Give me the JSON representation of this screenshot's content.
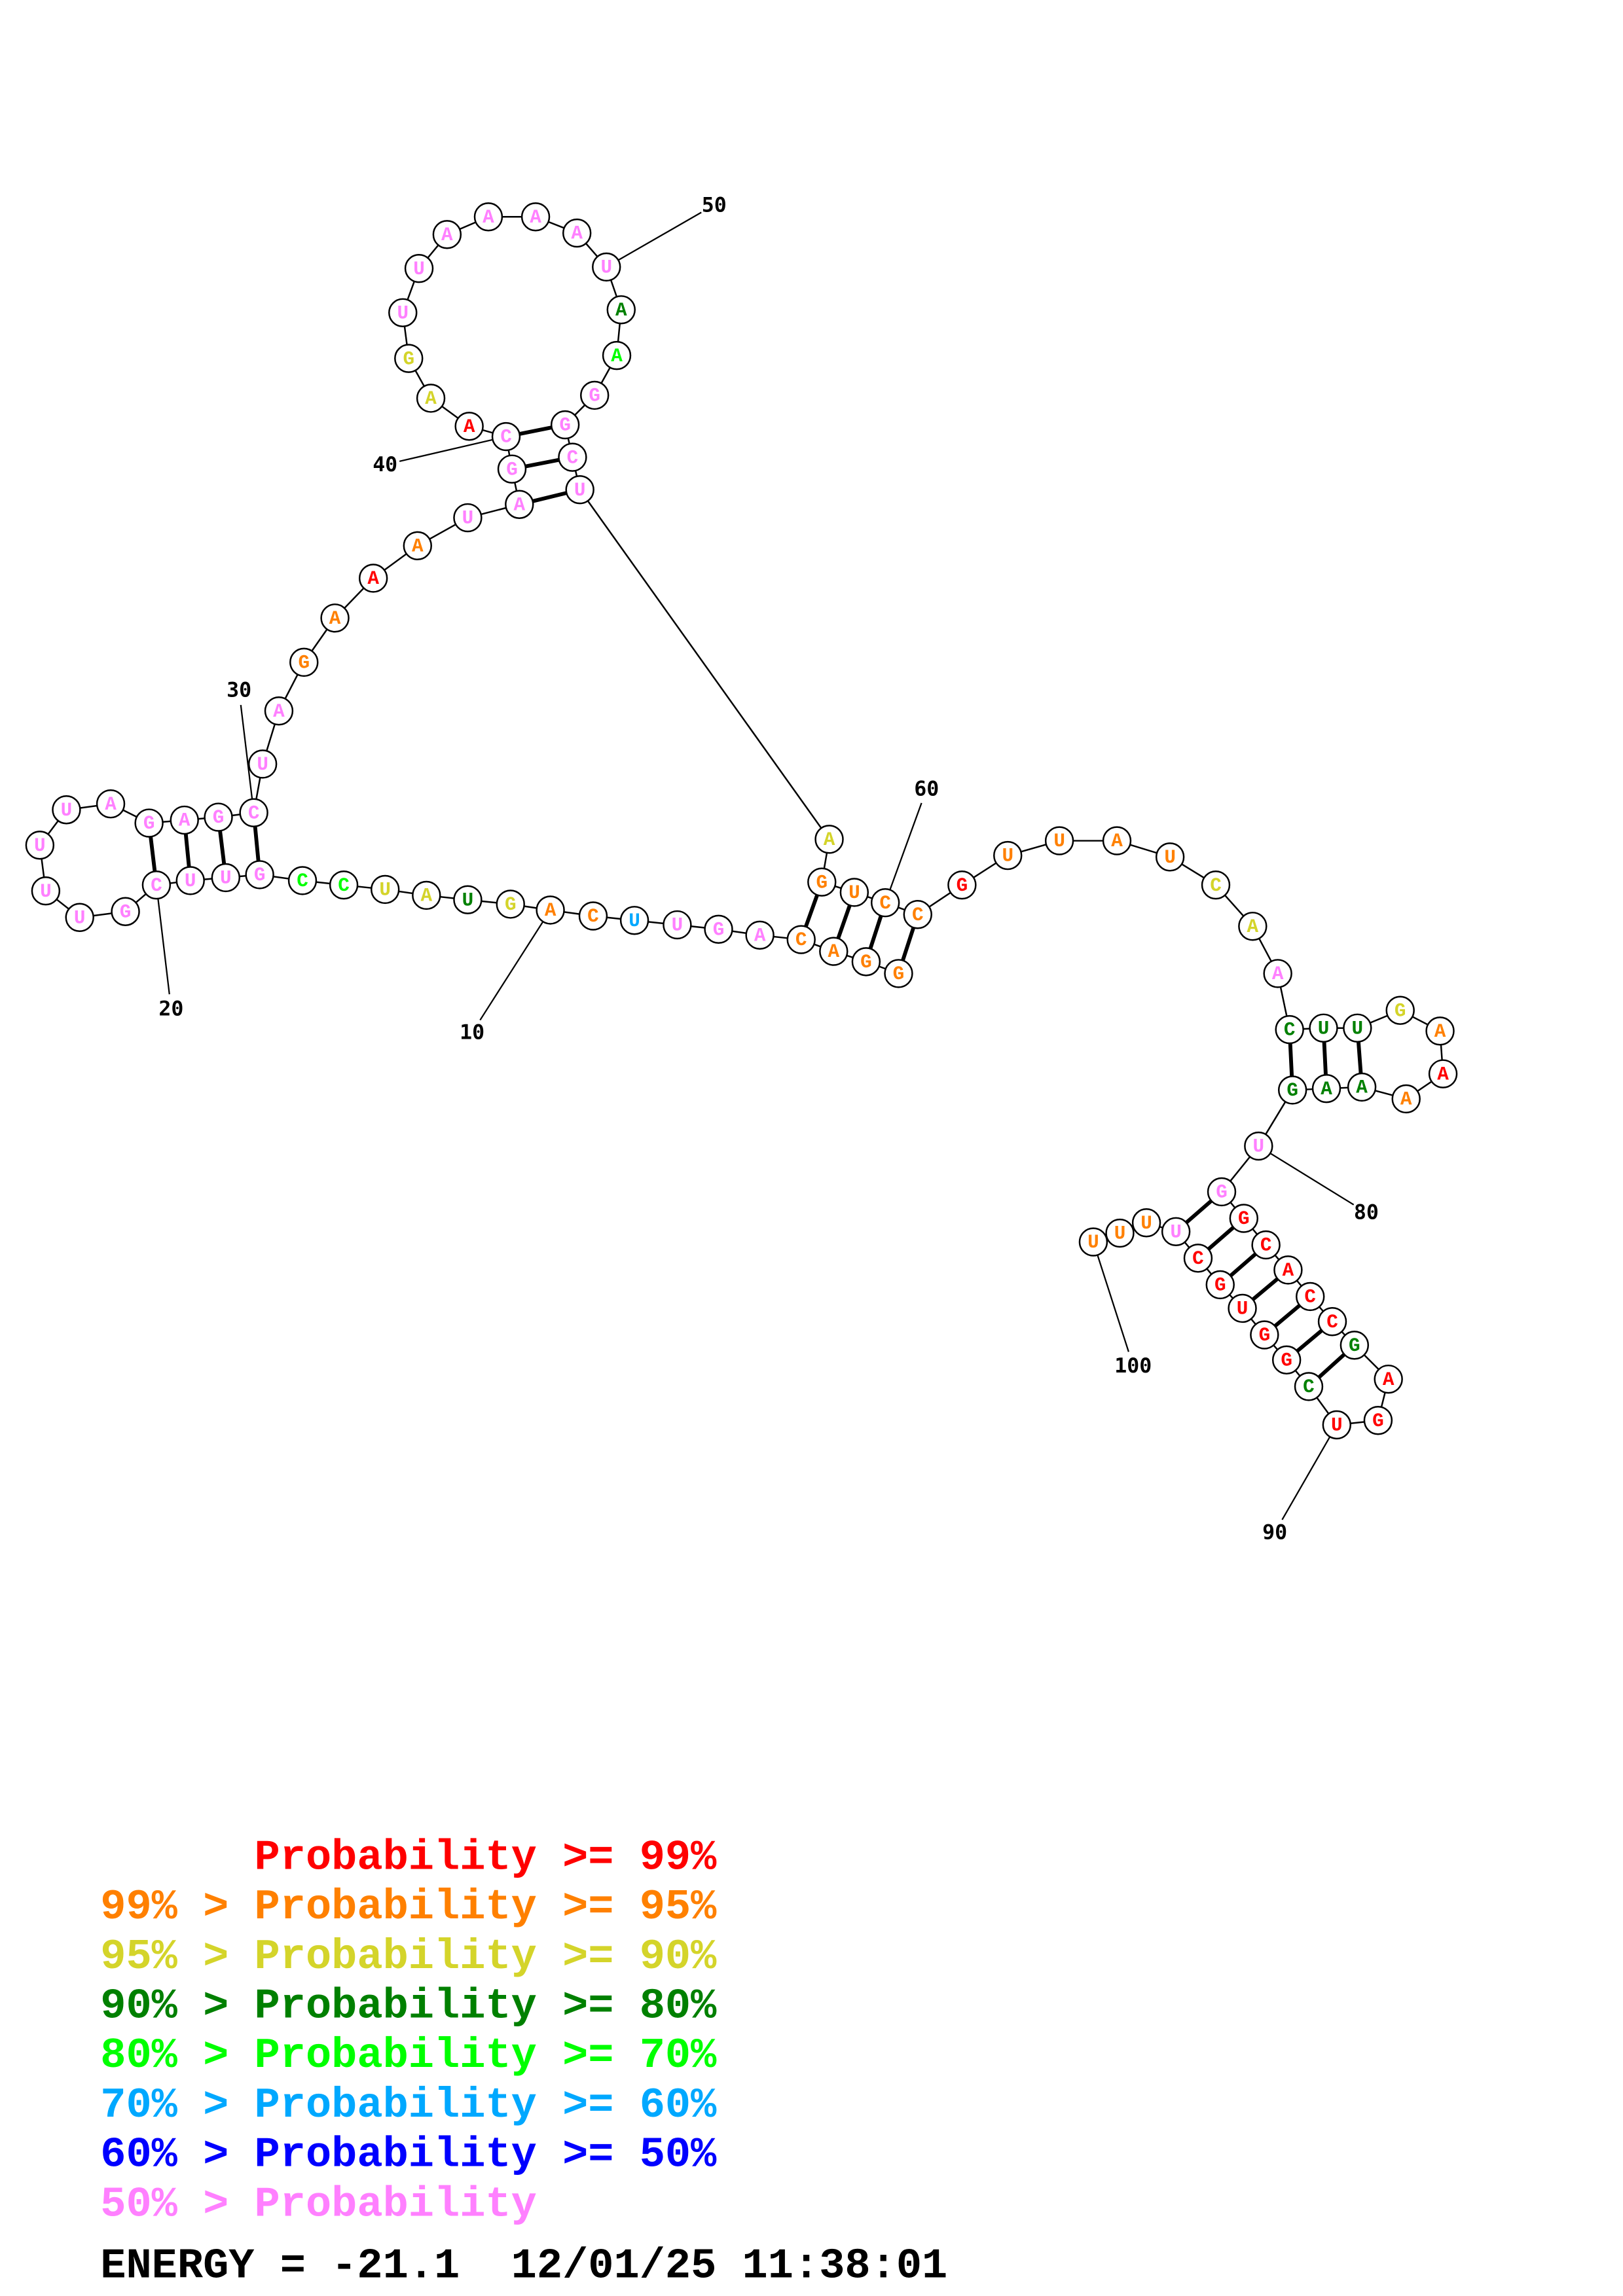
{
  "structure": {
    "sequence": "GGACAGUUCAGUAUCCGUUCGUUUUAGAGCUAGAAAUAGCAAGUUAAAAUAAGGCUAGUCCGUUAUCAACUUGAAAAAGUGGCACCGAGUCGGUGCUUUU",
    "probability_class": [
      1,
      1,
      1,
      1,
      7,
      7,
      7,
      5,
      1,
      1,
      2,
      3,
      2,
      2,
      4,
      4,
      7,
      7,
      7,
      7,
      7,
      7,
      7,
      7,
      7,
      7,
      7,
      7,
      7,
      7,
      7,
      7,
      1,
      1,
      0,
      1,
      7,
      7,
      7,
      7,
      0,
      2,
      2,
      7,
      7,
      7,
      7,
      7,
      7,
      7,
      3,
      4,
      7,
      7,
      7,
      7,
      2,
      1,
      1,
      1,
      1,
      0,
      1,
      1,
      1,
      1,
      2,
      2,
      7,
      3,
      3,
      3,
      2,
      1,
      0,
      1,
      3,
      3,
      3,
      7,
      7,
      0,
      0,
      0,
      0,
      0,
      3,
      0,
      0,
      0,
      3,
      0,
      0,
      0,
      0,
      0,
      7,
      1,
      1,
      1
    ],
    "pairs": [
      [
        1,
        61
      ],
      [
        2,
        60
      ],
      [
        3,
        59
      ],
      [
        4,
        58
      ],
      [
        17,
        30
      ],
      [
        18,
        29
      ],
      [
        19,
        28
      ],
      [
        20,
        27
      ],
      [
        38,
        56
      ],
      [
        39,
        55
      ],
      [
        40,
        54
      ],
      [
        70,
        79
      ],
      [
        71,
        78
      ],
      [
        72,
        77
      ],
      [
        81,
        97
      ],
      [
        82,
        96
      ],
      [
        83,
        95
      ],
      [
        84,
        94
      ],
      [
        85,
        93
      ],
      [
        86,
        92
      ],
      [
        87,
        91
      ]
    ],
    "position_labels": [
      "10",
      "20",
      "30",
      "40",
      "50",
      "60",
      "80",
      "90",
      "100"
    ]
  },
  "class_colors": [
    "#ff0000",
    "#ff8000",
    "#d4d42a",
    "#008000",
    "#00ff00",
    "#00a8ff",
    "#0000ff",
    "#ff80ff"
  ],
  "legend": [
    {
      "text": "      Probability >= 99%",
      "color": "#ff0000"
    },
    {
      "text": "99% > Probability >= 95%",
      "color": "#ff8000"
    },
    {
      "text": "95% > Probability >= 90%",
      "color": "#d4d42a"
    },
    {
      "text": "90% > Probability >= 80%",
      "color": "#008000"
    },
    {
      "text": "80% > Probability >= 70%",
      "color": "#00ff00"
    },
    {
      "text": "70% > Probability >= 60%",
      "color": "#00a8ff"
    },
    {
      "text": "60% > Probability >= 50%",
      "color": "#0000ff"
    },
    {
      "text": "50% > Probability",
      "color": "#ff80ff"
    }
  ],
  "footer": {
    "text": "ENERGY = -21.1  12/01/25 11:38:01"
  }
}
